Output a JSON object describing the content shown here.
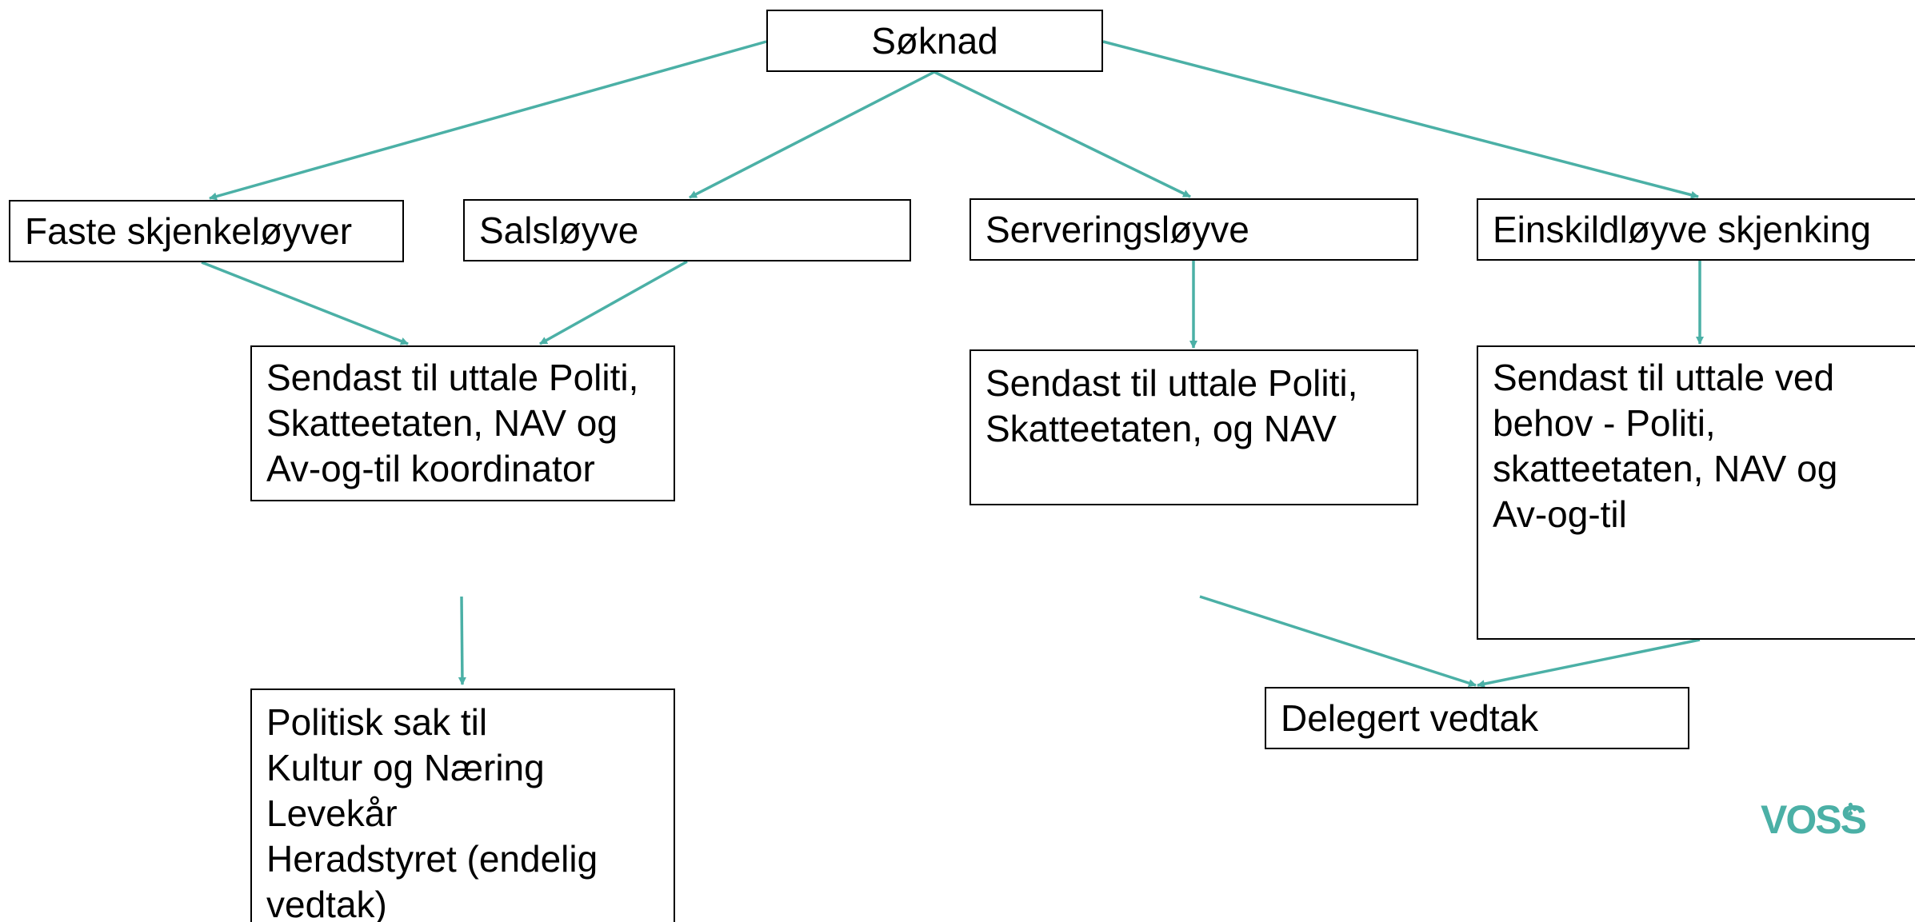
{
  "diagram": {
    "nodes": {
      "soknad": "Søknad",
      "faste": "Faste skjenkeløyver",
      "sals": "Salsløyve",
      "servering": "Serveringsløyve",
      "einskild": "Einskildløyve skjenking",
      "uttale1": [
        "Sendast til uttale Politi,",
        "Skatteetaten, NAV og",
        "Av-og-til koordinator"
      ],
      "uttale2": [
        "Sendast til uttale Politi,",
        "Skatteetaten, og NAV"
      ],
      "uttale3": [
        "Sendast til uttale ved",
        "behov - Politi,",
        "skatteetaten, NAV og",
        "Av-og-til"
      ],
      "politisk": [
        "Politisk sak til",
        "Kultur og Næring",
        "Levekår",
        "Heradstyret (endelig",
        "vedtak)"
      ],
      "delegert": "Delegert vedtak"
    },
    "edges": [
      {
        "from": "soknad",
        "to": "faste"
      },
      {
        "from": "soknad",
        "to": "sals"
      },
      {
        "from": "soknad",
        "to": "servering"
      },
      {
        "from": "soknad",
        "to": "einskild"
      },
      {
        "from": "faste",
        "to": "uttale1"
      },
      {
        "from": "sals",
        "to": "uttale1"
      },
      {
        "from": "servering",
        "to": "uttale2"
      },
      {
        "from": "einskild",
        "to": "uttale3"
      },
      {
        "from": "uttale1",
        "to": "politisk"
      },
      {
        "from": "uttale2",
        "to": "delegert"
      },
      {
        "from": "uttale3",
        "to": "delegert"
      }
    ],
    "connector_color": "#4bb0a6",
    "border_color": "#000000"
  },
  "brand": {
    "logo_text": "VOSS",
    "logo_color": "#4bb0a6"
  }
}
